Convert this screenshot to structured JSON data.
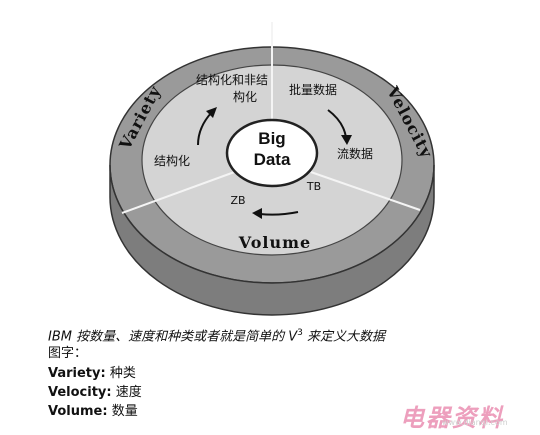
{
  "diagram": {
    "center": {
      "line1": "Big",
      "line2": "Data"
    },
    "outer_labels": {
      "variety": "Variety",
      "velocity": "Velocity",
      "volume": "Volume"
    },
    "sectors": {
      "variety_top_line1": "结构化和非结",
      "variety_top_line2": "构化",
      "variety_bottom": "结构化",
      "velocity_top": "批量数据",
      "velocity_bottom": "流数据",
      "volume_left": "ZB",
      "volume_right": "TB"
    }
  },
  "caption": {
    "title_prefix": "IBM",
    "title_text": "按数量、速度和种类或者就是简单的",
    "title_v": "V",
    "title_sup": "3",
    "title_suffix": "来定义大数据",
    "legend_title": "图字：",
    "legend": [
      {
        "term": "Variety:",
        "meaning": "种类"
      },
      {
        "term": "Velocity:",
        "meaning": "速度"
      },
      {
        "term": "Volume:",
        "meaning": "数量"
      }
    ]
  },
  "watermark": {
    "text": "电器资料",
    "url": "www.dianqi.com"
  }
}
